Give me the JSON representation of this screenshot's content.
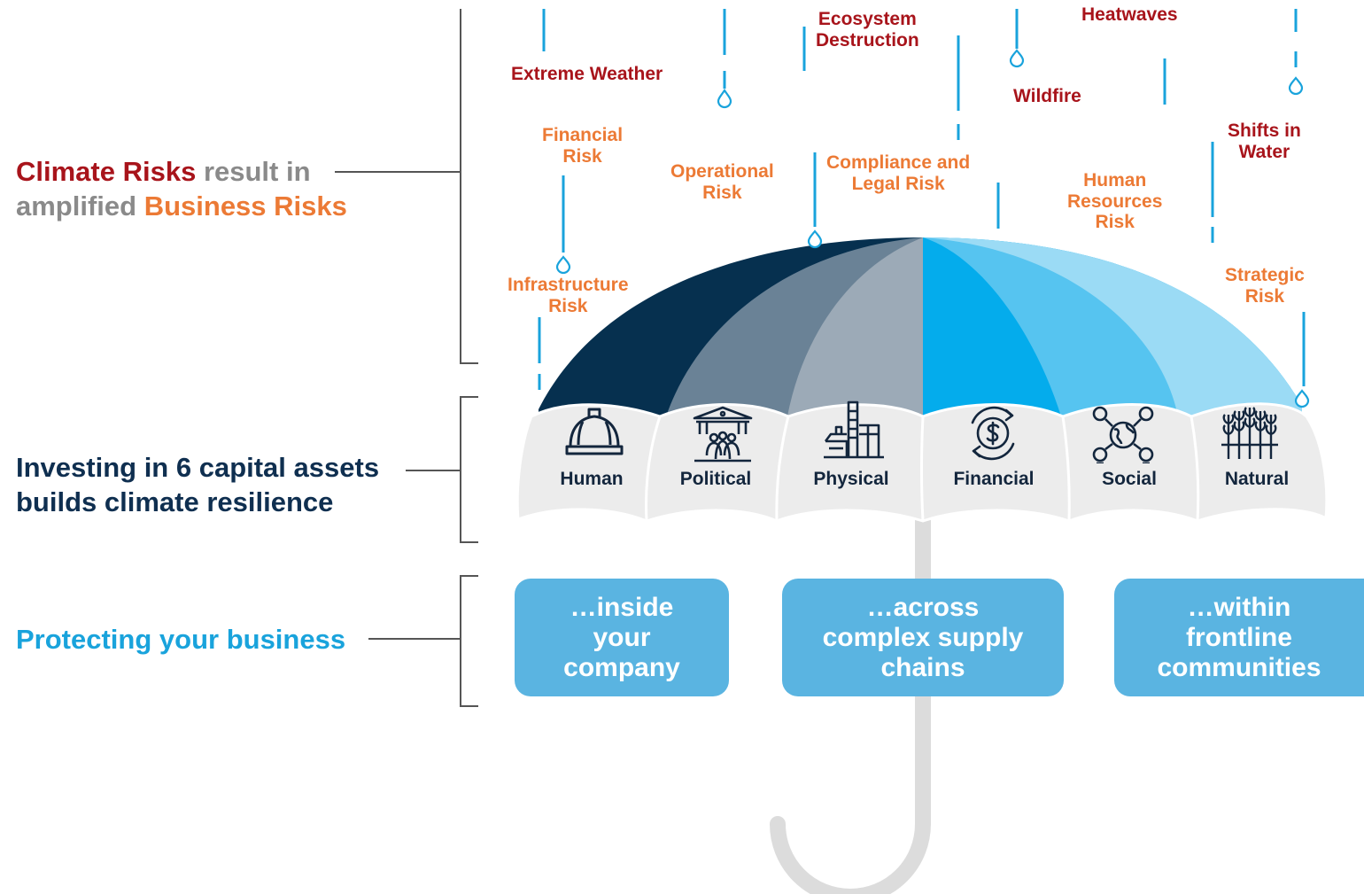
{
  "left": {
    "climate_block": {
      "climate_risks": "Climate Risks",
      "result_in": " result in",
      "amplified": "amplified ",
      "business_risks": "Business Risks"
    },
    "capital_block": {
      "line1": "Investing in 6 capital assets",
      "line2": "builds climate resilience"
    },
    "protect_block": {
      "text": "Protecting your business"
    }
  },
  "climate_risks": {
    "extreme_weather": [
      "Extreme Weather"
    ],
    "ecosystem": [
      "Ecosystem",
      "Destruction"
    ],
    "heatwaves": [
      "Heatwaves"
    ],
    "wildfire": [
      "Wildfire"
    ],
    "water": [
      "Shifts in",
      "Water"
    ]
  },
  "business_risks": {
    "financial": [
      "Financial",
      "Risk"
    ],
    "operational": [
      "Operational",
      "Risk"
    ],
    "compliance": [
      "Compliance and",
      "Legal Risk"
    ],
    "human_resources": [
      "Human",
      "Resources",
      "Risk"
    ],
    "infrastructure": [
      "Infrastructure",
      "Risk"
    ],
    "strategic": [
      "Strategic",
      "Risk"
    ]
  },
  "capitals": [
    {
      "label": "Human",
      "icon": "hard-hat-icon"
    },
    {
      "label": "Political",
      "icon": "government-building-icon"
    },
    {
      "label": "Physical",
      "icon": "industrial-plant-icon"
    },
    {
      "label": "Financial",
      "icon": "dollar-cycle-icon"
    },
    {
      "label": "Social",
      "icon": "people-network-globe-icon"
    },
    {
      "label": "Natural",
      "icon": "wheat-icon"
    }
  ],
  "protect_boxes": [
    {
      "lines": [
        "…inside",
        "your",
        "company"
      ]
    },
    {
      "lines": [
        "…across",
        "complex supply",
        "chains"
      ]
    },
    {
      "lines": [
        "…within",
        "frontline",
        "communities"
      ]
    }
  ],
  "colors": {
    "climate_red": "#a8141b",
    "business_orange": "#ec7a35",
    "grey_text": "#8a8a8a",
    "navy": "#0f2f50",
    "blue_accent": "#19a3dc",
    "box_blue": "#5ab4e1",
    "rain_blue": "#19a3dc",
    "panel_navy": "#06304f",
    "panel_slate": "#6a8296",
    "panel_grey": "#9caab7",
    "panel_blue": "#04acec",
    "panel_mid": "#56c4f0",
    "panel_light": "#9bdbf5"
  }
}
